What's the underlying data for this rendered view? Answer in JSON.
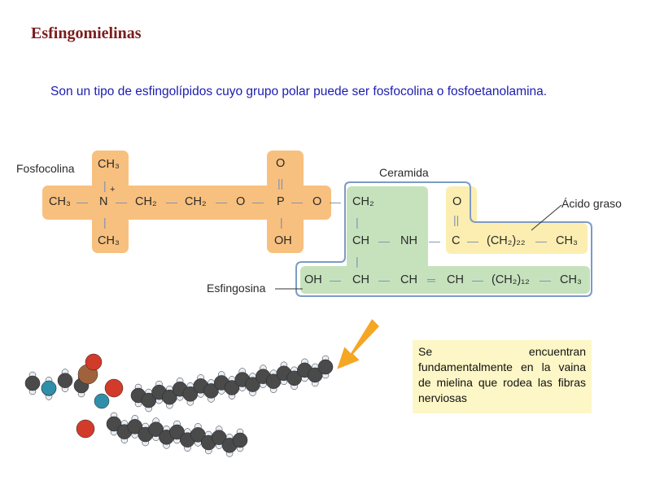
{
  "title": "Esfingomielinas",
  "subtitle": "Son un tipo de esfingolípidos cuyo grupo polar puede ser fosfocolina o fosfoetanolamina.",
  "labels": {
    "fosfocolina": "Fosfocolina",
    "ceramida": "Ceramida",
    "acido_graso": "Ácido graso",
    "esfingosina": "Esfingosina"
  },
  "formula": {
    "top": [
      "CH₃",
      "O"
    ],
    "row1": [
      "CH₃",
      "N",
      "CH₂",
      "CH₂",
      "O",
      "P",
      "O",
      "CH₂"
    ],
    "charge": "+",
    "bottom": [
      "CH₃",
      "OH"
    ],
    "row2": [
      "CH",
      "NH",
      "C",
      "(CH₂)₂₂",
      "CH₃"
    ],
    "carbonyl_o": "O",
    "row3": [
      "OH",
      "CH",
      "CH",
      "CH",
      "(CH₂)₁₂",
      "CH₃"
    ]
  },
  "note": "Se encuentran fundamentalmente en la vaina de mielina que rodea las fibras nerviosas",
  "colors": {
    "title": "#7b1c1c",
    "subtitle": "#1c1cb0",
    "fosfocolina": "#f8c07e",
    "esfingosina": "#c6e2bd",
    "acido_graso": "#fbeeb0",
    "ceramida_outline": "#7d9bc4",
    "arrow": "#f5a623"
  }
}
